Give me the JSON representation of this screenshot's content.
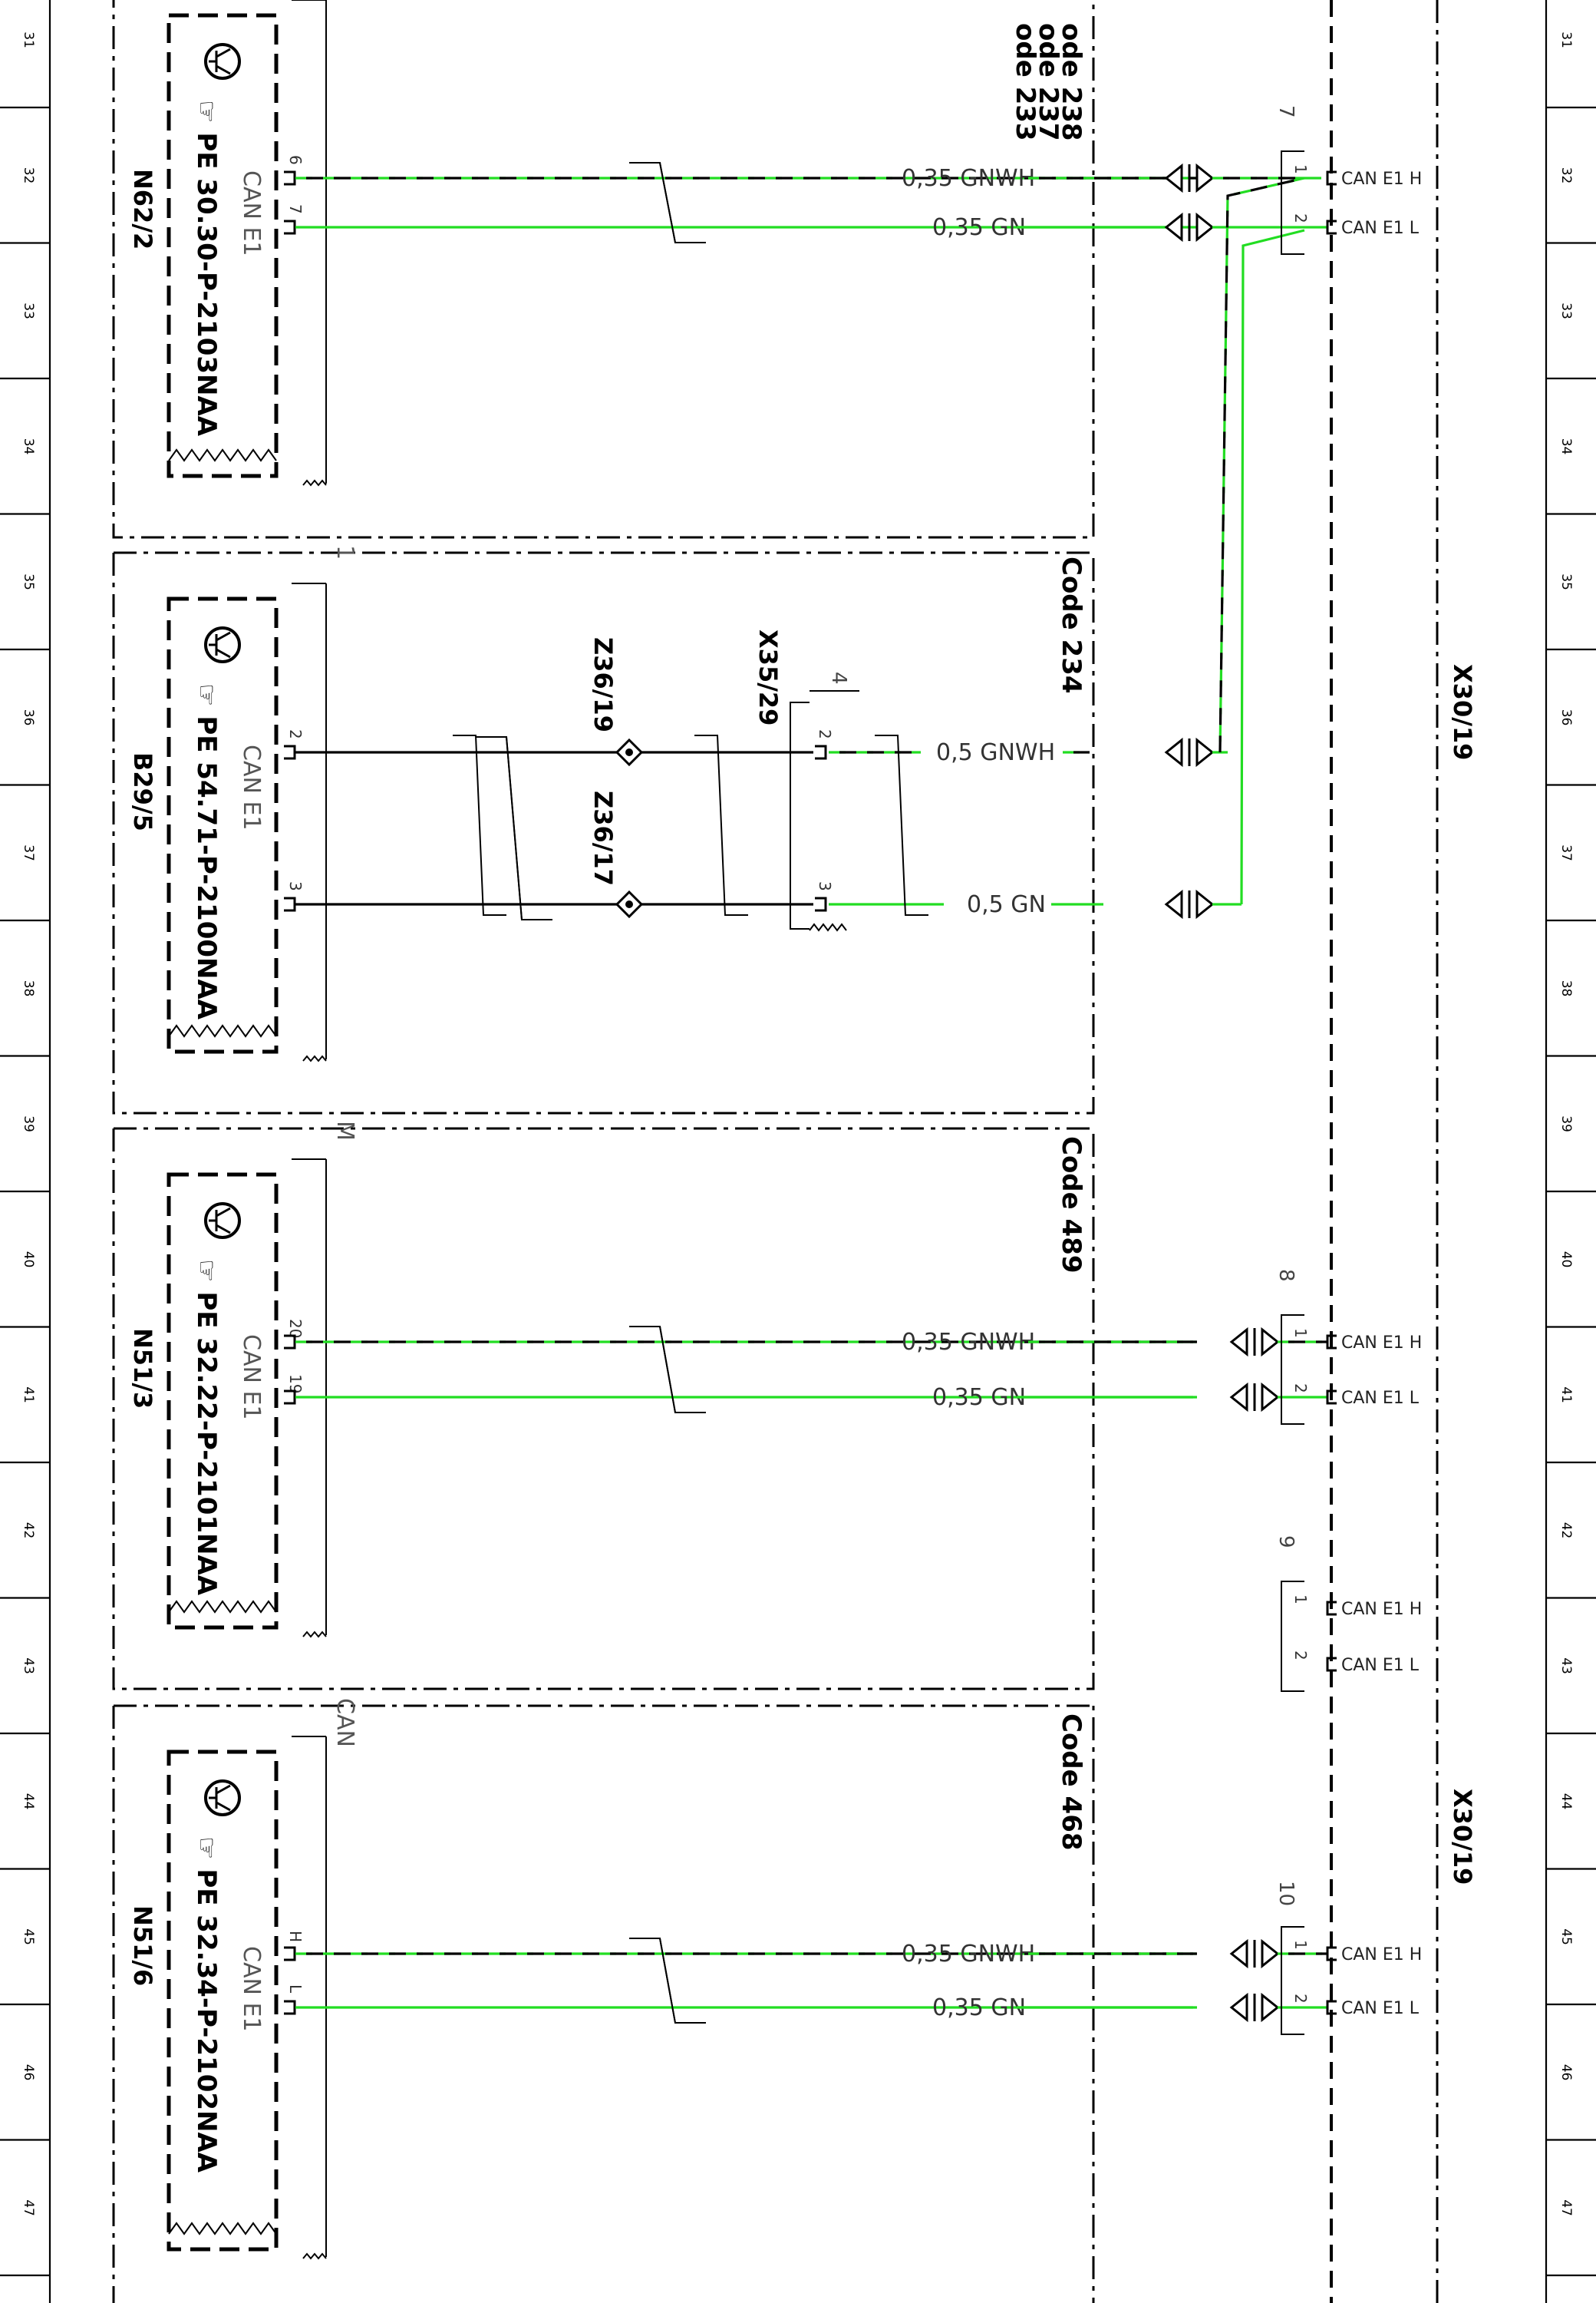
{
  "ruler_numbers": [
    "31",
    "32",
    "33",
    "34",
    "35",
    "36",
    "37",
    "38",
    "39",
    "40",
    "41",
    "42",
    "43",
    "44",
    "45",
    "46",
    "47"
  ],
  "modules": [
    {
      "code_label": "ode 233\node 237\node 238",
      "component": "N62/2",
      "pe_ref": "PE 30.30-P-2103NAA",
      "bus_label": "CAN E1",
      "corner_label": "",
      "pins": [
        {
          "pin": "6",
          "wire_label": "0,35 GNWH",
          "type": "high"
        },
        {
          "pin": "7",
          "wire_label": "0,35 GN",
          "type": "low"
        }
      ]
    },
    {
      "code_label": "Code 234",
      "component": "B29/5",
      "pe_ref": "PE 54.71-P-2100NAA",
      "bus_label": "CAN E1",
      "corner_label": "1",
      "pins": [
        {
          "pin": "2",
          "wire_label": "0,5 GNWH",
          "type": "high"
        },
        {
          "pin": "3",
          "wire_label": "0,5 GN",
          "type": "low"
        }
      ],
      "splices": [
        {
          "label": "Z36/19"
        },
        {
          "label": "Z36/17"
        }
      ],
      "connector": {
        "label": "X35/29",
        "num": "4",
        "pins": [
          "2",
          "3"
        ]
      }
    },
    {
      "code_label": "Code 489",
      "component": "N51/3",
      "pe_ref": "PE 32.22-P-2101NAA",
      "bus_label": "CAN E1",
      "corner_label": "M",
      "pins": [
        {
          "pin": "20",
          "wire_label": "0,35 GNWH",
          "type": "high"
        },
        {
          "pin": "19",
          "wire_label": "0,35 GN",
          "type": "low"
        }
      ]
    },
    {
      "code_label": "Code 468",
      "component": "N51/6",
      "pe_ref": "PE 32.34-P-2102NAA",
      "bus_label": "CAN E1",
      "corner_label": "CAN",
      "pins": [
        {
          "pin": "H",
          "wire_label": "0,35 GNWH",
          "type": "high"
        },
        {
          "pin": "L",
          "wire_label": "0,35 GN",
          "type": "low"
        }
      ]
    }
  ],
  "x30_connectors": [
    {
      "num": "7",
      "lines": [
        {
          "pin": "1",
          "label": "CAN E1 H"
        },
        {
          "pin": "2",
          "label": "CAN E1 L"
        }
      ]
    },
    {
      "num": "8",
      "lines": [
        {
          "pin": "1",
          "label": "CAN E1 H"
        },
        {
          "pin": "2",
          "label": "CAN E1 L"
        }
      ]
    },
    {
      "num": "9",
      "lines": [
        {
          "pin": "1",
          "label": "CAN E1 H"
        },
        {
          "pin": "2",
          "label": "CAN E1 L"
        }
      ]
    },
    {
      "num": "10",
      "lines": [
        {
          "pin": "1",
          "label": "CAN E1 H"
        },
        {
          "pin": "2",
          "label": "CAN E1 L"
        }
      ]
    }
  ],
  "x30_label": "X30/19",
  "colors": {
    "wire_green": "#22dd22",
    "line_black": "#000000"
  }
}
